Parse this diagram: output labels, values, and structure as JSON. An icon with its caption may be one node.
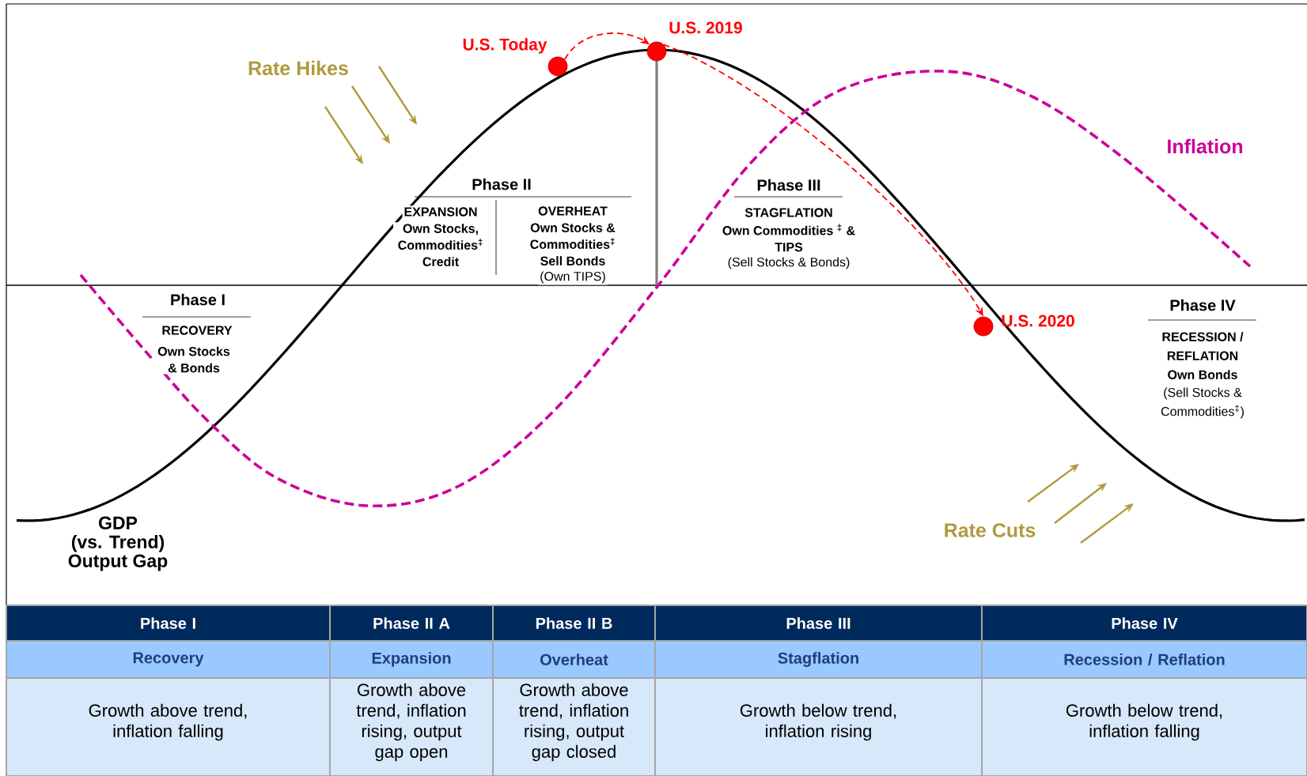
{
  "diagram": {
    "nodes": [
      {
        "text": [],
        "shape": "circle",
        "beside": [
          "U.S. Today"
        ]
      },
      {
        "text": [],
        "shape": "circle",
        "beside": [
          "U.S. 2019"
        ]
      },
      {
        "text": [],
        "shape": "circle",
        "beside": [
          "U.S. 2020"
        ]
      }
    ],
    "edges": [
      {
        "from": 0,
        "to": 1,
        "arrow": "to",
        "style": "dashed"
      },
      {
        "from": 1,
        "to": 2,
        "arrow": "to",
        "style": "dashed"
      }
    ],
    "labels": [
      "Rate Hikes",
      "Inflation",
      "Phase II",
      "EXPANSION",
      "Own Stocks, Commodities$^{‡}$ Credit",
      "OVERHEAT",
      "Own Stocks & Commodities$^{‡}$ Sell Bonds",
      "(Own TIPS)",
      "Phase III",
      "STAGFLATION",
      "Own Commodities $^{‡}$ & TIPS",
      "(Sell Stocks & Bonds)",
      "Phase I",
      "RECOVERY",
      "Own Stocks & Bonds",
      "Phase IV",
      "RECESSION / REFLATION",
      "Own Bonds",
      "(Sell Stocks & Commodities$^{‡}$)",
      "Rate Cuts",
      "GDP (vs. Trend) Output Gap",
      "Phase I",
      "Phase II A",
      "Phase II B",
      "Phase III",
      "Phase IV",
      "Recovery",
      "Expansion",
      "Overheat",
      "Stagflation",
      "Recession / Reflation",
      "Growth above trend, inflation falling",
      "Growth above trend, inflation rising, output gap open",
      "Growth above trend, inflation rising, output gap closed",
      "Growth below trend, inflation rising",
      "Growth below trend, inflation falling"
    ]
  }
}
